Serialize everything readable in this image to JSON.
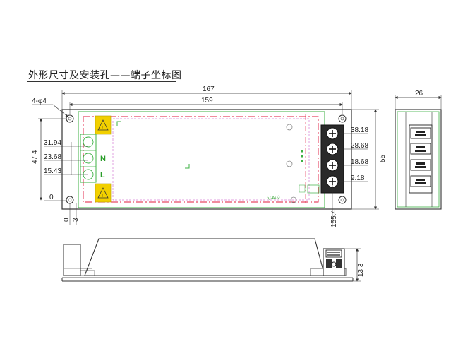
{
  "title": "外形尺寸及安装孔——端子坐标图",
  "top_view": {
    "hole_label": "4-φ4",
    "width_outer": "167",
    "width_inner": "159",
    "height_inner": "47.4",
    "height_outer": "55",
    "left_terminal_dims": [
      "31.94",
      "23.68",
      "15.43"
    ],
    "left_origin": "0",
    "bottom_origin": "0",
    "bottom_offset": "3",
    "right_terminal_dims": [
      "38.18",
      "28.68",
      "18.68",
      "9.18"
    ],
    "right_offset": "155.4",
    "input_labels": [
      "N",
      "L"
    ],
    "pcb_marking": "V-ADJ"
  },
  "side_view": {
    "depth": "26"
  },
  "front_view": {
    "height": "13.3"
  },
  "colors": {
    "outline": "#333333",
    "pcb_green": "#3cb043",
    "centerline": "#e0183c",
    "terminal_block": "#2a2a2a",
    "warning_yellow": "#f2d000"
  }
}
